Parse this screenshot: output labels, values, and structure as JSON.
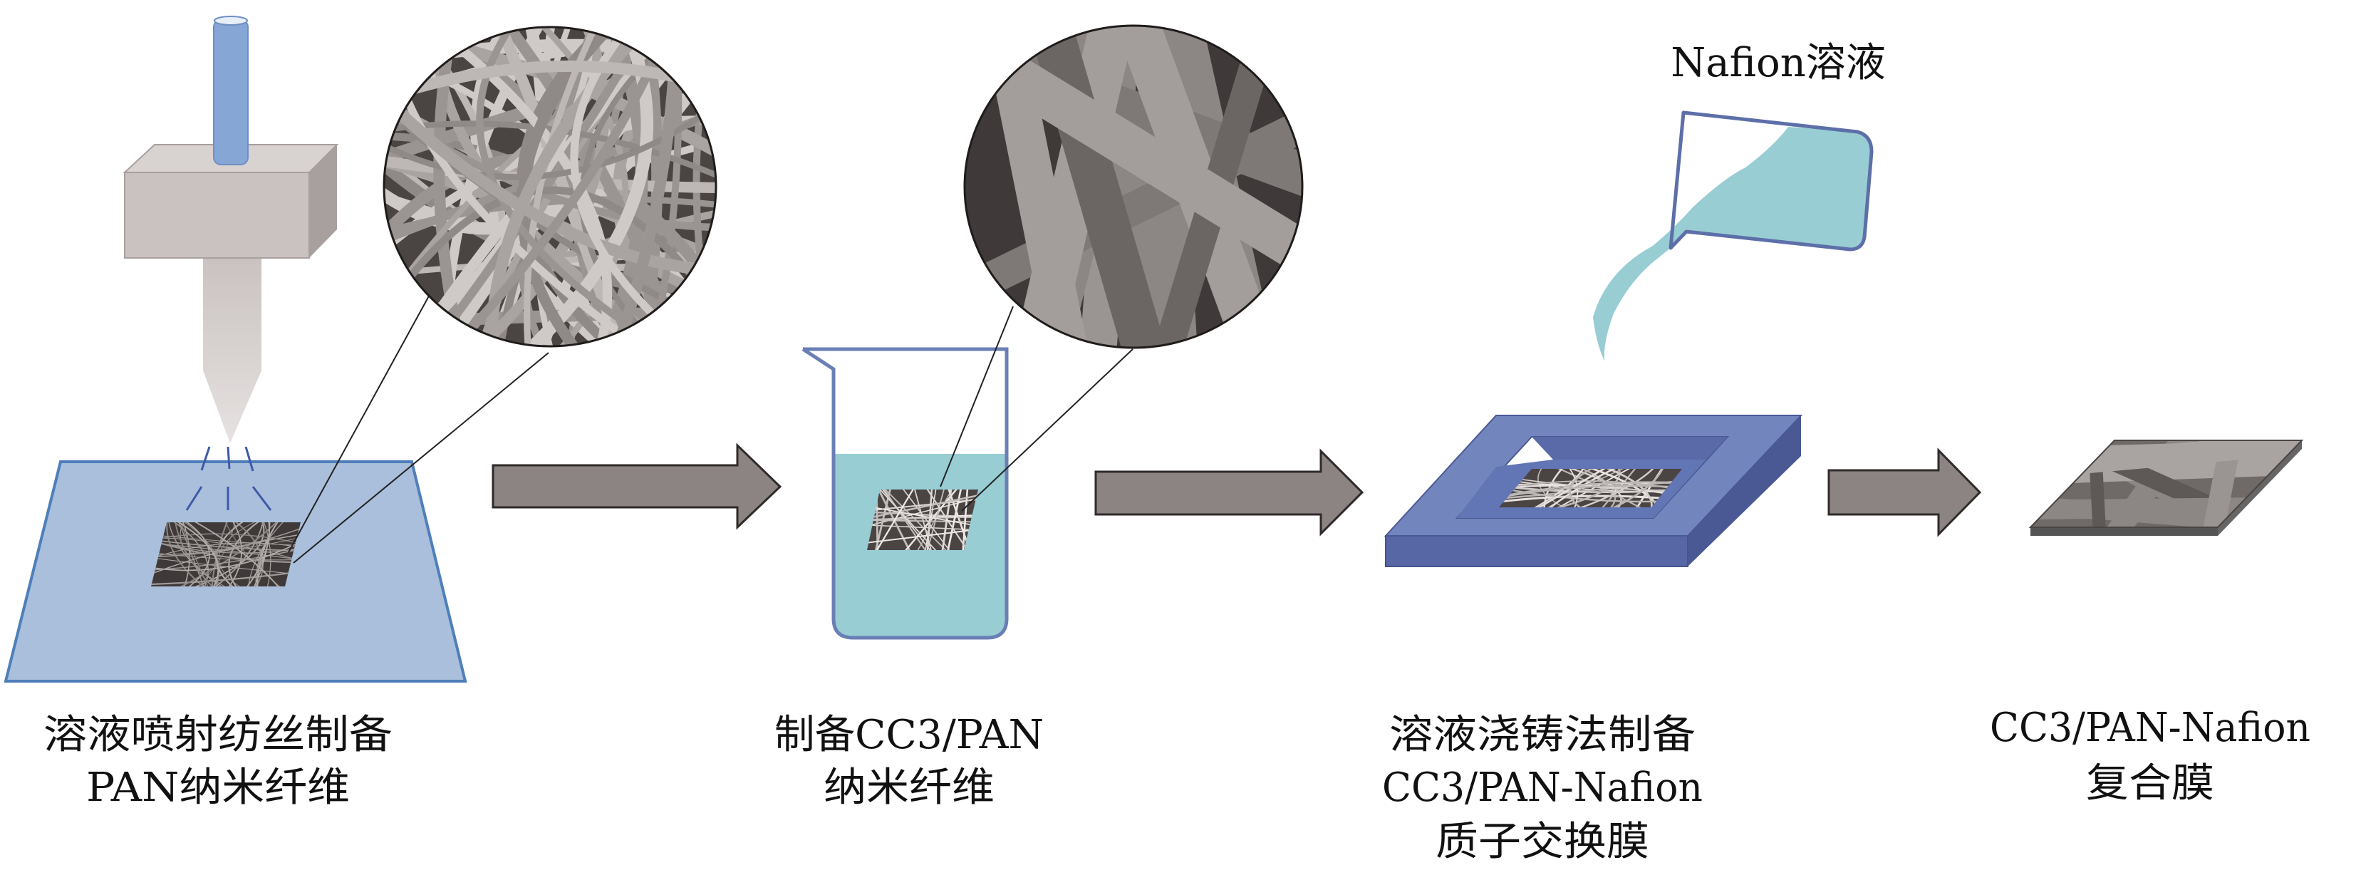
{
  "diagram": {
    "title": "CC3/PAN-Nafion composite membrane preparation process",
    "steps": [
      {
        "id": "step1",
        "lines": [
          "溶液喷射纺丝制备",
          "PAN纳米纤维"
        ]
      },
      {
        "id": "step2",
        "lines": [
          "制备CC3/PAN",
          "纳米纤维"
        ]
      },
      {
        "id": "step3",
        "lines": [
          "溶液浇铸法制备",
          "CC3/PAN-Nafion",
          "质子交换膜"
        ]
      },
      {
        "id": "step4",
        "lines": [
          "CC3/PAN-Nafion",
          "复合膜"
        ]
      }
    ],
    "nafion_label": "Nafion溶液",
    "colors": {
      "plate_fill": "#a9bfdc",
      "plate_stroke": "#4f7fba",
      "tube": "#86a6d6",
      "box_front": "#c9c2c0",
      "box_top": "#d8d2d0",
      "box_side": "#a8a09e",
      "arrow_fill": "#8b8482",
      "arrow_stroke": "#2f2b2a",
      "liquid": "#98cdd4",
      "beaker_stroke": "#6a7fb5",
      "mold_top": "#7286bd",
      "mold_front": "#5767a6",
      "mold_side": "#4a5894",
      "mold_inner": "#5a69a8",
      "fiber_dark": "#3f3a39",
      "fiber_light": "#cfcac8"
    }
  }
}
